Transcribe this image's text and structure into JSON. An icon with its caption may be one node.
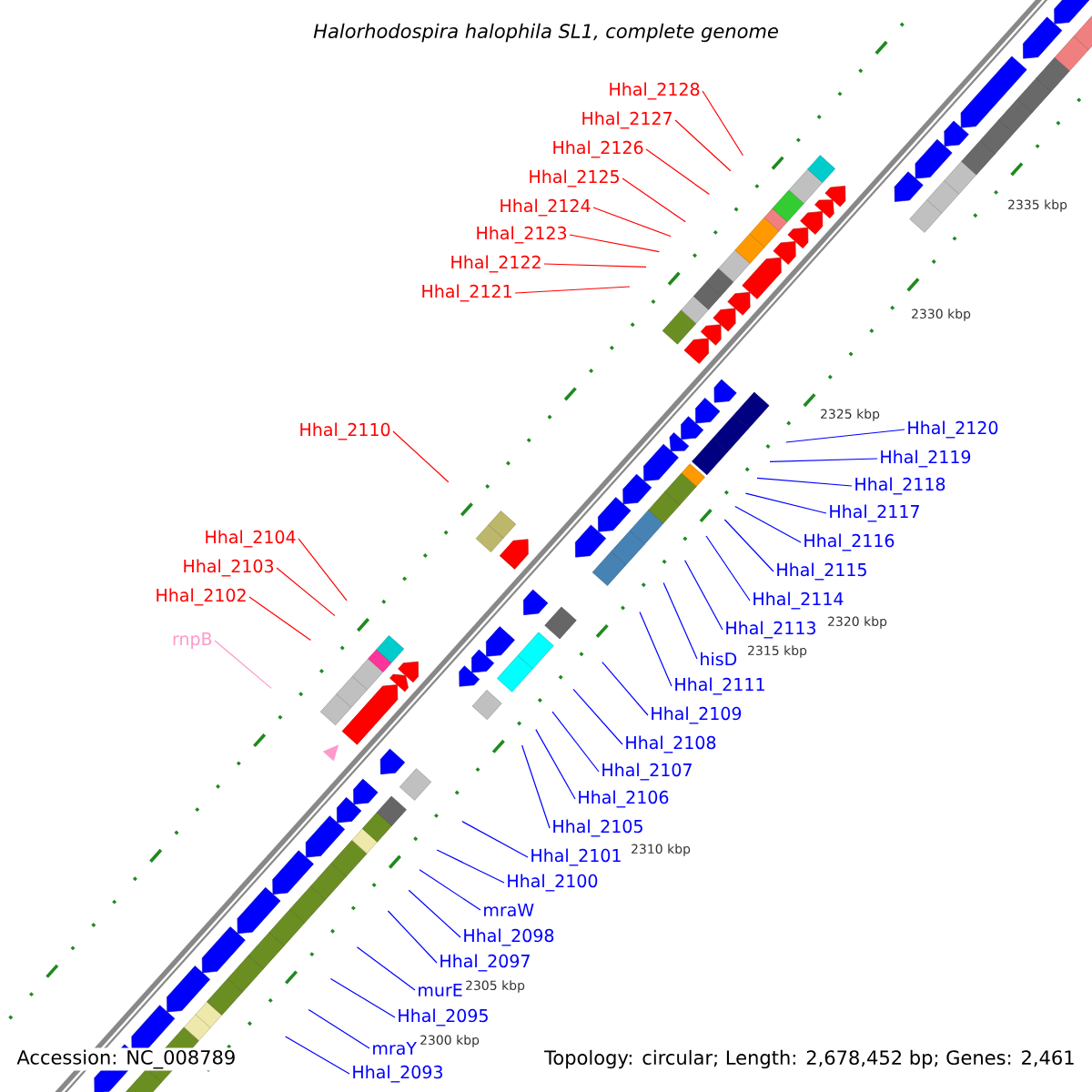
{
  "diagram": {
    "title": "Halorhodospira halophila SL1, complete genome",
    "nodes": [
      {
        "text": [
          "Hhal_2128"
        ]
      },
      {
        "text": [
          "Hhal_2127"
        ]
      },
      {
        "text": [
          "Hhal_2126"
        ]
      },
      {
        "text": [
          "Hhal_2125"
        ]
      },
      {
        "text": [
          "Hhal_2124"
        ]
      },
      {
        "text": [
          "Hhal_2123"
        ]
      },
      {
        "text": [
          "Hhal_2122"
        ]
      },
      {
        "text": [
          "Hhal_2121"
        ]
      },
      {
        "text": [
          "Hhal_2110"
        ]
      },
      {
        "text": [
          "Hhal_2104"
        ]
      },
      {
        "text": [
          "Hhal_2103"
        ]
      },
      {
        "text": [
          "Hhal_2102"
        ]
      },
      {
        "text": [
          "rnpB"
        ]
      },
      {
        "text": [
          "Hhal_2120"
        ]
      },
      {
        "text": [
          "Hhal_2119"
        ]
      },
      {
        "text": [
          "Hhal_2118"
        ]
      },
      {
        "text": [
          "Hhal_2117"
        ]
      },
      {
        "text": [
          "Hhal_2116"
        ]
      },
      {
        "text": [
          "Hhal_2115"
        ]
      },
      {
        "text": [
          "Hhal_2114"
        ]
      },
      {
        "text": [
          "Hhal_2113"
        ]
      },
      {
        "text": [
          "hisD"
        ]
      },
      {
        "text": [
          "Hhal_2111"
        ]
      },
      {
        "text": [
          "Hhal_2109"
        ]
      },
      {
        "text": [
          "Hhal_2108"
        ]
      },
      {
        "text": [
          "Hhal_2107"
        ]
      },
      {
        "text": [
          "Hhal_2106"
        ]
      },
      {
        "text": [
          "Hhal_2105"
        ]
      },
      {
        "text": [
          "Hhal_2101"
        ]
      },
      {
        "text": [
          "Hhal_2100"
        ]
      },
      {
        "text": [
          "mraW"
        ]
      },
      {
        "text": [
          "Hhal_2098"
        ]
      },
      {
        "text": [
          "Hhal_2097"
        ]
      },
      {
        "text": [
          "murE"
        ]
      },
      {
        "text": [
          "Hhal_2095"
        ]
      },
      {
        "text": [
          "mraY"
        ]
      },
      {
        "text": [
          "Hhal_2093"
        ]
      }
    ],
    "edges": [
      {
        "from": 0,
        "to": null,
        "arrow": "none",
        "color": "#ff0000"
      },
      {
        "from": 1,
        "to": null,
        "arrow": "none",
        "color": "#ff0000"
      },
      {
        "from": 2,
        "to": null,
        "arrow": "none",
        "color": "#ff0000"
      },
      {
        "from": 3,
        "to": null,
        "arrow": "none",
        "color": "#ff0000"
      },
      {
        "from": 4,
        "to": null,
        "arrow": "none",
        "color": "#ff0000"
      },
      {
        "from": 5,
        "to": null,
        "arrow": "none",
        "color": "#ff0000"
      },
      {
        "from": 6,
        "to": null,
        "arrow": "none",
        "color": "#ff0000"
      },
      {
        "from": 7,
        "to": null,
        "arrow": "none",
        "color": "#ff0000"
      },
      {
        "from": 8,
        "to": null,
        "arrow": "none",
        "color": "#ff0000"
      },
      {
        "from": 9,
        "to": null,
        "arrow": "none",
        "color": "#ff0000"
      },
      {
        "from": 10,
        "to": null,
        "arrow": "none",
        "color": "#ff0000"
      },
      {
        "from": 11,
        "to": null,
        "arrow": "none",
        "color": "#ff0000"
      },
      {
        "from": 12,
        "to": null,
        "arrow": "none",
        "color": "#ff99cc"
      },
      {
        "from": 13,
        "to": null,
        "arrow": "none"
      },
      {
        "from": 14,
        "to": null,
        "arrow": "none"
      },
      {
        "from": 15,
        "to": null,
        "arrow": "none"
      },
      {
        "from": 16,
        "to": null,
        "arrow": "none"
      },
      {
        "from": 17,
        "to": null,
        "arrow": "none"
      },
      {
        "from": 18,
        "to": null,
        "arrow": "none"
      },
      {
        "from": 19,
        "to": null,
        "arrow": "none"
      },
      {
        "from": 20,
        "to": null,
        "arrow": "none"
      },
      {
        "from": 21,
        "to": null,
        "arrow": "none"
      },
      {
        "from": 22,
        "to": null,
        "arrow": "none"
      },
      {
        "from": 23,
        "to": null,
        "arrow": "none"
      },
      {
        "from": 24,
        "to": null,
        "arrow": "none"
      },
      {
        "from": 25,
        "to": null,
        "arrow": "none"
      },
      {
        "from": 26,
        "to": null,
        "arrow": "none"
      },
      {
        "from": 27,
        "to": null,
        "arrow": "none"
      },
      {
        "from": 28,
        "to": null,
        "arrow": "none"
      },
      {
        "from": 29,
        "to": null,
        "arrow": "none"
      },
      {
        "from": 30,
        "to": null,
        "arrow": "none"
      },
      {
        "from": 31,
        "to": null,
        "arrow": "none"
      },
      {
        "from": 32,
        "to": null,
        "arrow": "none"
      },
      {
        "from": 33,
        "to": null,
        "arrow": "none"
      },
      {
        "from": 34,
        "to": null,
        "arrow": "none"
      },
      {
        "from": 35,
        "to": null,
        "arrow": "none"
      },
      {
        "from": 36,
        "to": null,
        "arrow": "none"
      }
    ],
    "labels": [
      "2335 kbp",
      "2330 kbp",
      "2325 kbp",
      "2320 kbp",
      "2315 kbp",
      "2310 kbp",
      "2305 kbp",
      "2300 kbp",
      "Accession: NC_008789",
      "Topology: circular; Length: 2,678,452 bp; Genes: 2,461"
    ]
  }
}
